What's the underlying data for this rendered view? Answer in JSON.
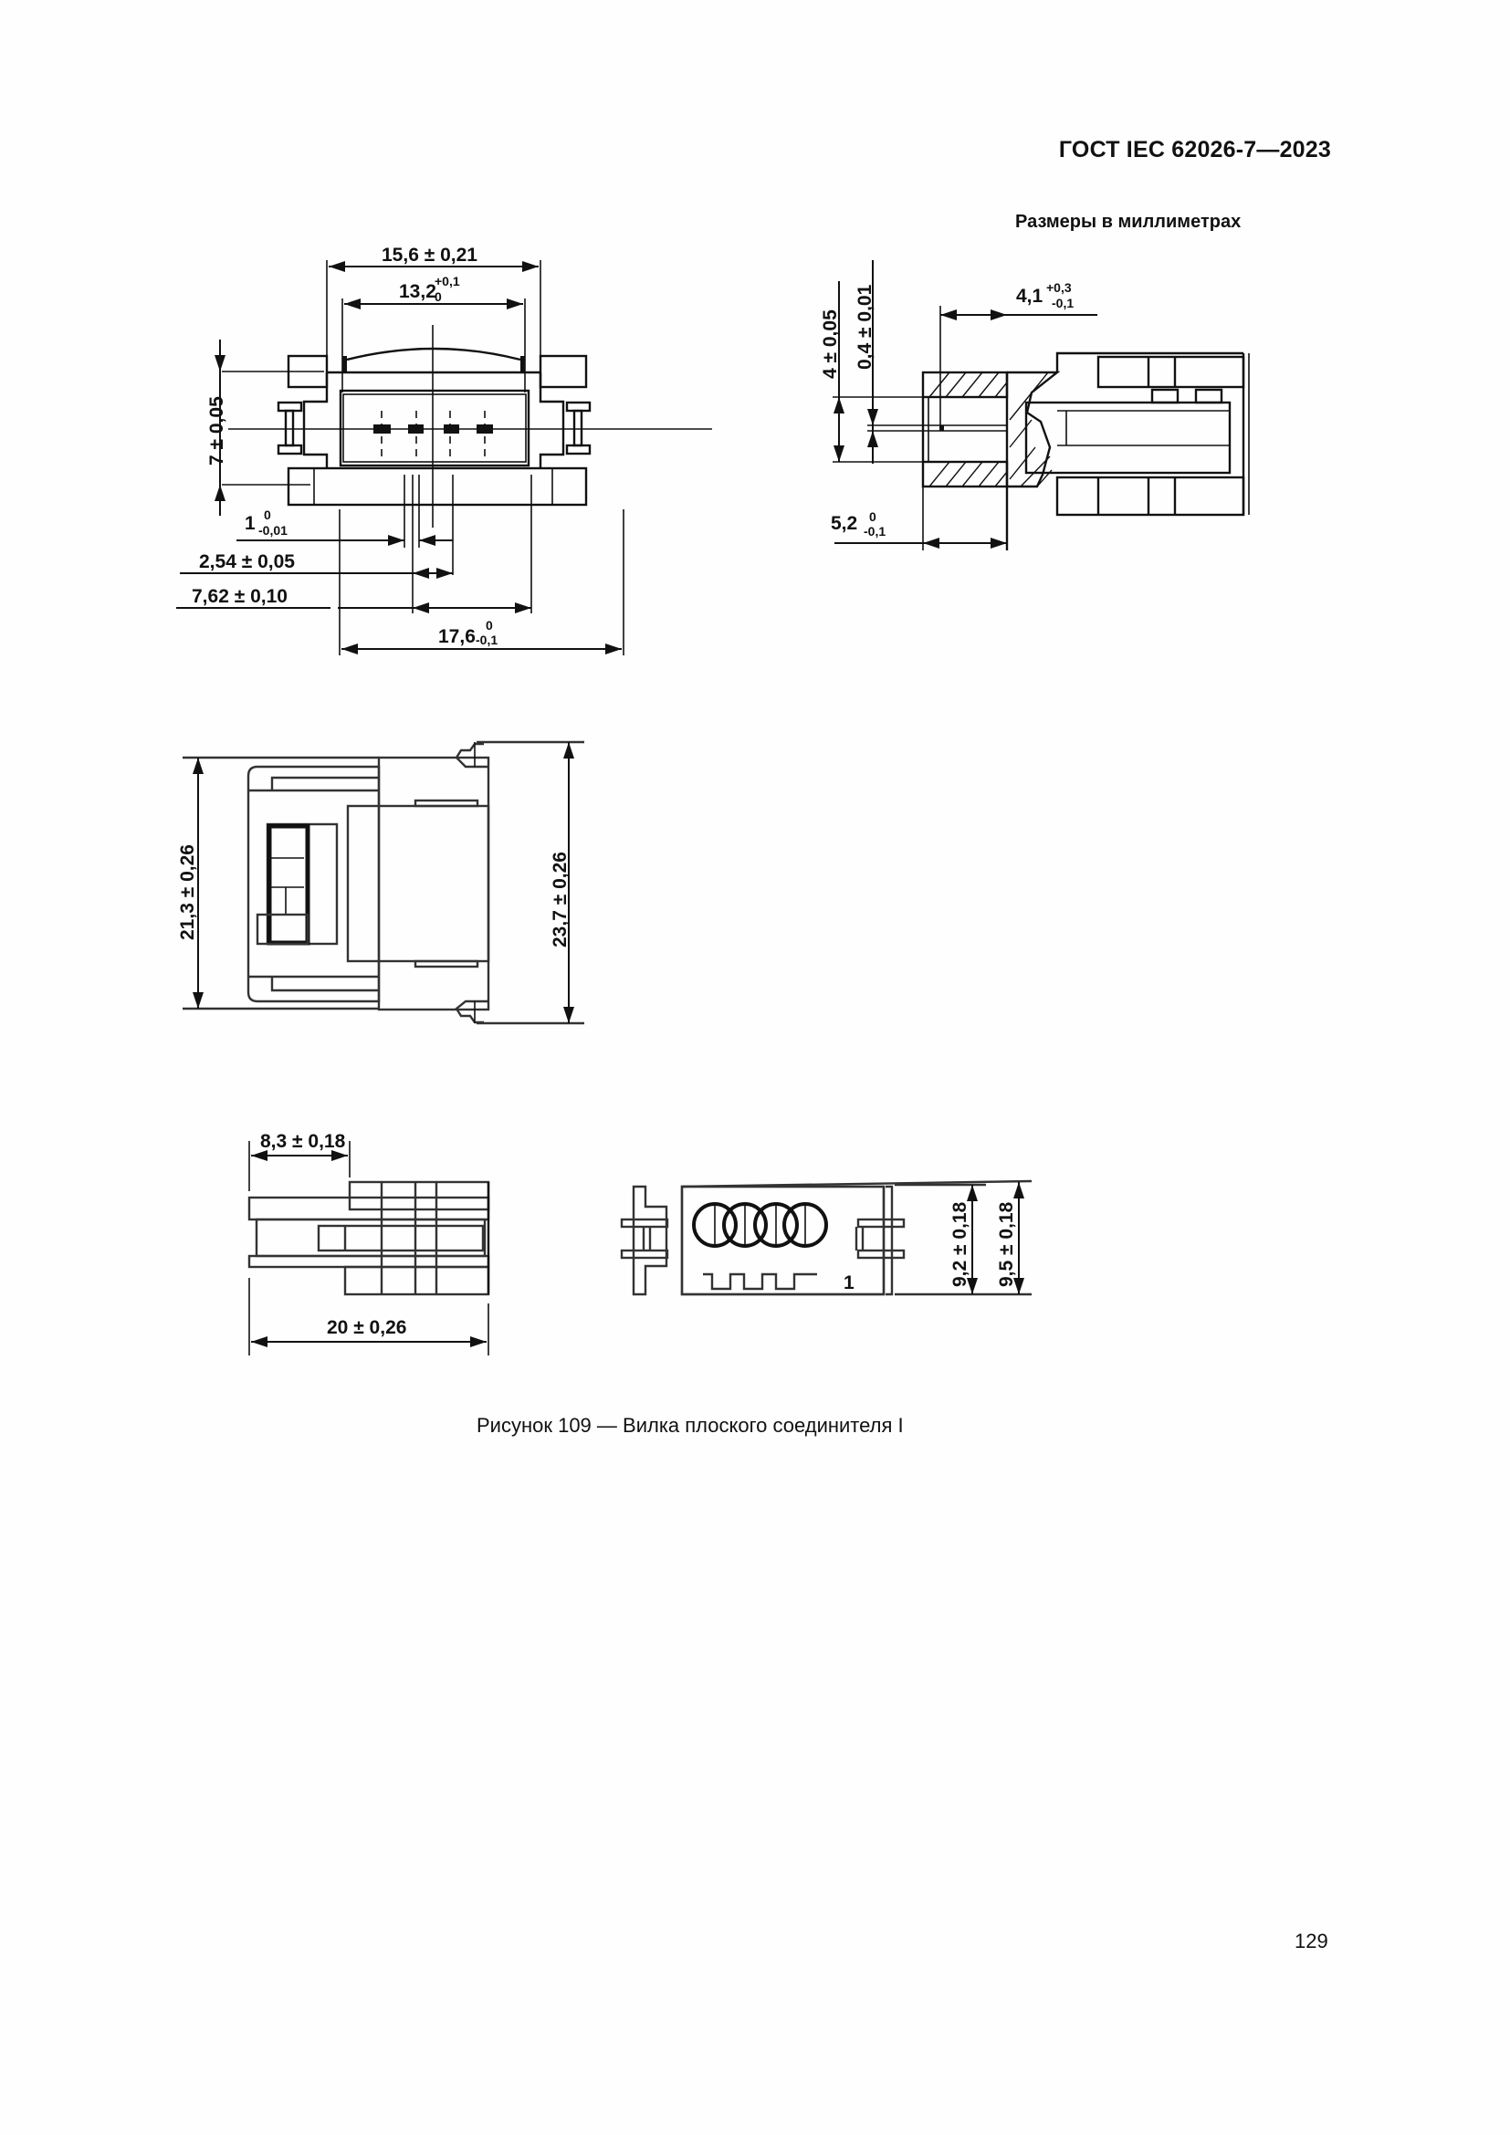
{
  "header": {
    "standard_id": "ГОСТ IEC 62026-7—2023"
  },
  "units_note": "Размеры в миллиметрах",
  "figure": {
    "caption": "Рисунок 109 — Вилка плоского соединителя I",
    "views": {
      "front_view": {
        "dims": {
          "overall_width": "15,6 ± 0,21",
          "inner_width_base": "13,2",
          "inner_width_tol_upper": "+0,1",
          "inner_width_tol_lower": "0",
          "height": "7 ± 0,05",
          "pin_width_base": "1",
          "pin_width_tol_upper": "0",
          "pin_width_tol_lower": "-0,01",
          "pin_pitch": "2,54 ± 0,05",
          "pin_span": "7,62 ± 0,10",
          "base_width_base": "17,6",
          "base_width_tol_upper": "0",
          "base_width_tol_lower": "-0,1"
        }
      },
      "section_view": {
        "dims": {
          "opening_height": "4 ± 0,05",
          "pin_thickness": "0,4 ± 0,01",
          "pin_length_base": "4,1",
          "pin_length_tol_upper": "+0,3",
          "pin_length_tol_lower": "-0,1",
          "wall_depth_base": "5,2",
          "wall_depth_tol_upper": "0",
          "wall_depth_tol_lower": "-0,1"
        }
      },
      "top_view": {
        "dims": {
          "body_width": "21,3 ± 0,26",
          "overall_width": "23,7 ± 0,26"
        }
      },
      "side_view": {
        "dims": {
          "latch_length": "8,3 ± 0,18",
          "overall_length": "20 ± 0,26"
        }
      },
      "end_view": {
        "pin_one_label": "1",
        "dims": {
          "body_height": "9,2 ± 0,18",
          "overall_height": "9,5 ± 0,18"
        }
      }
    }
  },
  "page_number": "129"
}
